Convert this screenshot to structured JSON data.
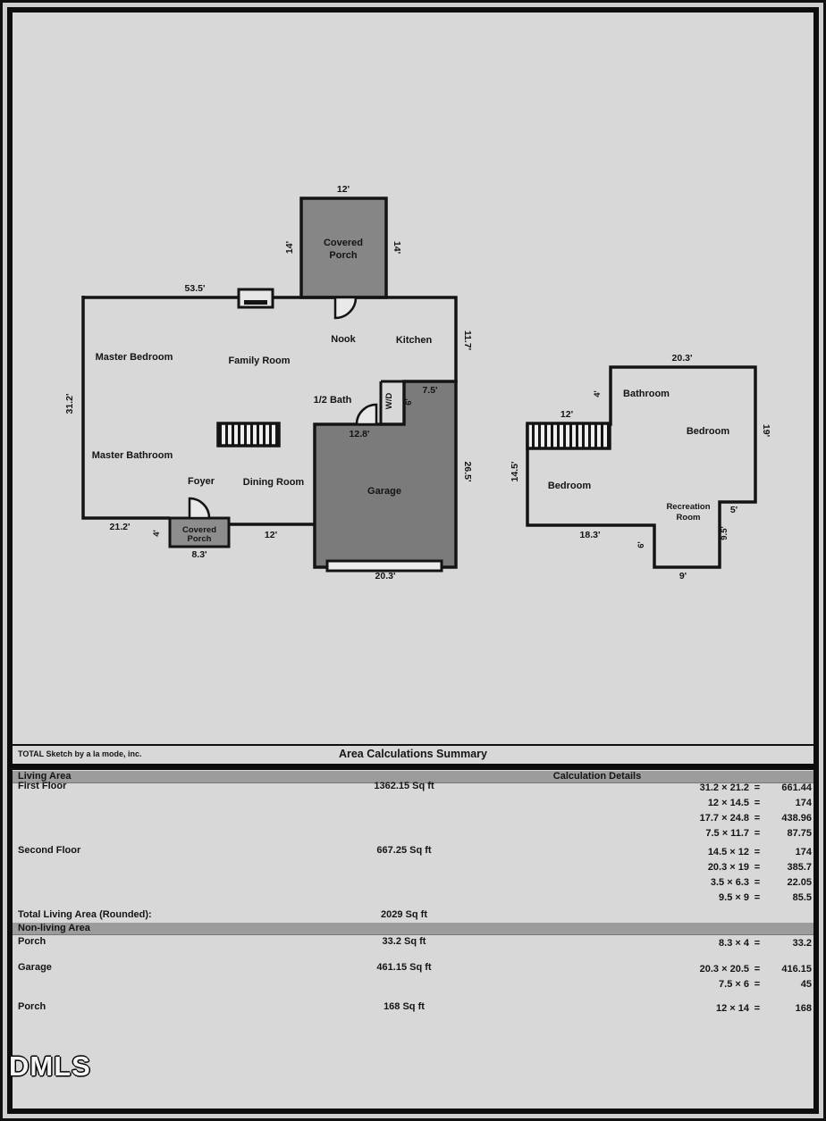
{
  "page": {
    "logo": "DMLS"
  },
  "sketch": {
    "ff": {
      "rooms": {
        "master_bedroom": "Master Bedroom",
        "family_room": "Family Room",
        "nook": "Nook",
        "kitchen": "Kitchen",
        "half_bath": "1/2 Bath",
        "wd": "W/D",
        "master_bathroom": "Master Bathroom",
        "foyer": "Foyer",
        "dining_room": "Dining Room",
        "garage": "Garage",
        "porch_top_line1": "Covered",
        "porch_top_line2": "Porch",
        "porch_bottom_line1": "Covered",
        "porch_bottom_line2": "Porch"
      },
      "dims": {
        "porch_w": "12'",
        "porch_h_left": "14'",
        "porch_h_right": "14'",
        "top": "53.5'",
        "right_upper": "11.7'",
        "left": "31.2'",
        "notch_w": "7.5'",
        "notch_h": "6'",
        "garage_top": "12.8'",
        "garage_right": "26.5'",
        "bottom_left": "21.2'",
        "porch2_h": "4'",
        "porch2_w": "8.3'",
        "bottom_mid": "12'",
        "garage_bottom": "20.3'"
      }
    },
    "sf": {
      "rooms": {
        "bathroom": "Bathroom",
        "bedroom_right": "Bedroom",
        "bedroom_left": "Bedroom",
        "rec_line1": "Recreation",
        "rec_line2": "Room"
      },
      "dims": {
        "top": "20.3'",
        "step": "4'",
        "stairs": "12'",
        "right": "19'",
        "left": "14.5'",
        "bottom_left": "18.3'",
        "step_down": "6'",
        "bottom_notch": "9'",
        "notch_top": "5'",
        "notch_right": "9.5'"
      }
    }
  },
  "summary": {
    "vendor": "TOTAL Sketch by a la mode, inc.",
    "title": "Area Calculations Summary",
    "living_header": "Living Area",
    "details_header": "Calculation Details",
    "eq": "=",
    "first_floor": {
      "label": "First Floor",
      "value": "1362.15 Sq ft",
      "calcs": [
        {
          "expr": "31.2 × 21.2",
          "result": "661.44"
        },
        {
          "expr": "12 × 14.5",
          "result": "174"
        },
        {
          "expr": "17.7 × 24.8",
          "result": "438.96"
        },
        {
          "expr": "7.5 × 11.7",
          "result": "87.75"
        }
      ]
    },
    "second_floor": {
      "label": "Second Floor",
      "value": "667.25 Sq ft",
      "calcs": [
        {
          "expr": "14.5 × 12",
          "result": "174"
        },
        {
          "expr": "20.3 × 19",
          "result": "385.7"
        },
        {
          "expr": "3.5 × 6.3",
          "result": "22.05"
        },
        {
          "expr": "9.5 × 9",
          "result": "85.5"
        }
      ]
    },
    "total": {
      "label": "Total Living Area (Rounded):",
      "value": "2029 Sq ft"
    },
    "nonliving_header": "Non-living Area",
    "porch1": {
      "label": "Porch",
      "value": "33.2 Sq ft",
      "calcs": [
        {
          "expr": "8.3 × 4",
          "result": "33.2"
        }
      ]
    },
    "garage": {
      "label": "Garage",
      "value": "461.15 Sq ft",
      "calcs": [
        {
          "expr": "20.3 × 20.5",
          "result": "416.15"
        },
        {
          "expr": "7.5 × 6",
          "result": "45"
        }
      ]
    },
    "porch2": {
      "label": "Porch",
      "value": "168 Sq ft",
      "calcs": [
        {
          "expr": "12 × 14",
          "result": "168"
        }
      ]
    }
  }
}
